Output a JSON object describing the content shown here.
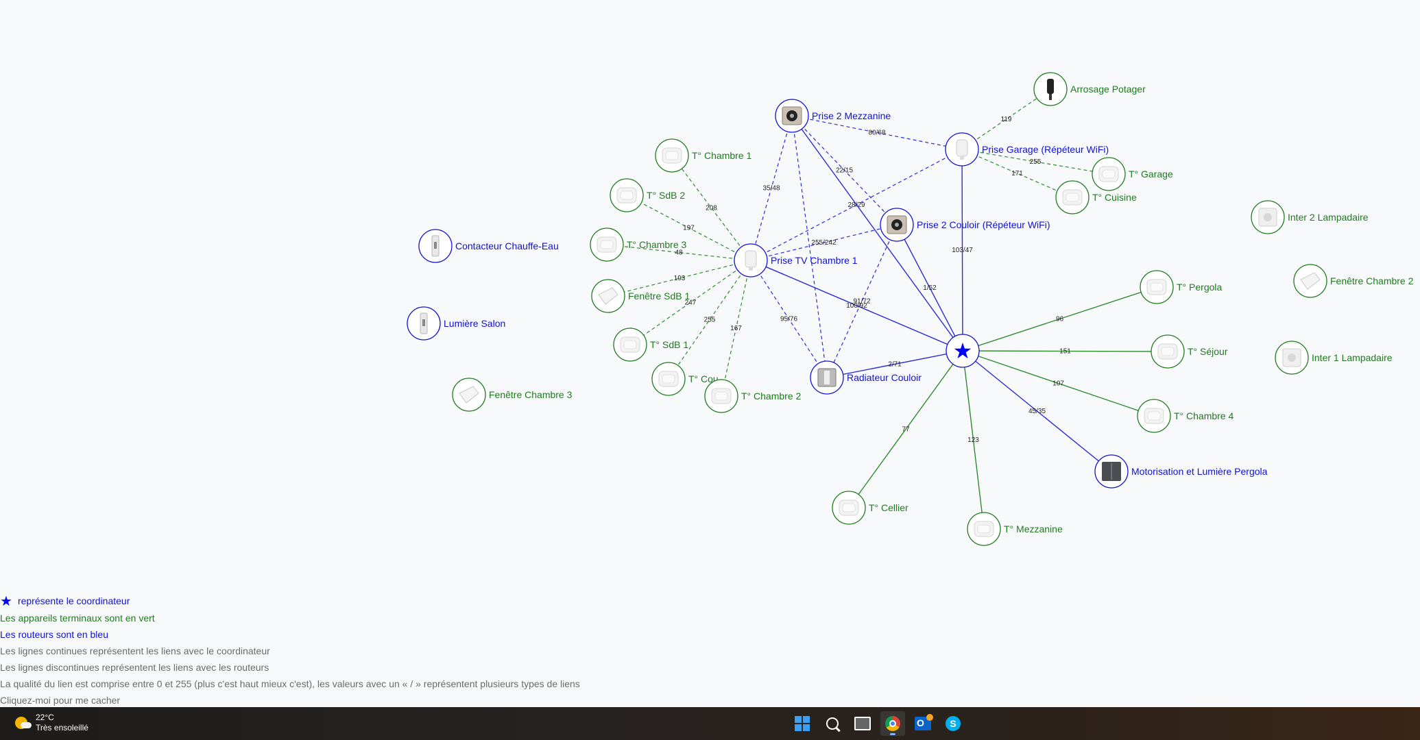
{
  "legend": {
    "coordinator": "représente le coordinateur",
    "terminal": "Les appareils terminaux sont en vert",
    "routers": "Les routeurs sont en bleu",
    "solid": "Les lignes continues représentent les liens avec le coordinateur",
    "dashed": "Les lignes discontinues représentent les liens avec les routeurs",
    "quality": "La qualité du lien est comprise entre 0 et 255 (plus c'est haut mieux c'est), les valeurs avec un « / » représentent plusieurs types de liens",
    "hide": "Cliquez-moi pour me cacher"
  },
  "colors": {
    "router": "#1010d8",
    "terminal": "#1f7a1f",
    "link_router": "#2a2ad8",
    "link_terminal": "#2e8b2e",
    "legend_gray": "#6b6b6b"
  },
  "nodes": [
    {
      "id": "coord",
      "label": "",
      "kind": "coordinator",
      "icon": "star-icon"
    },
    {
      "id": "prise2mez",
      "label": "Prise 2 Mezzanine",
      "kind": "router",
      "icon": "socket-icon"
    },
    {
      "id": "garage",
      "label": "Prise Garage (Répéteur WiFi)",
      "kind": "router",
      "icon": "plug-icon"
    },
    {
      "id": "couloir2",
      "label": "Prise 2 Couloir (Répéteur WiFi)",
      "kind": "router",
      "icon": "socket-icon"
    },
    {
      "id": "tvch1",
      "label": "Prise TV Chambre 1",
      "kind": "router",
      "icon": "plug-icon"
    },
    {
      "id": "radiateur",
      "label": "Radiateur Couloir",
      "kind": "router",
      "icon": "module-icon"
    },
    {
      "id": "motor",
      "label": "Motorisation et Lumière Pergola",
      "kind": "router",
      "icon": "switch-icon"
    },
    {
      "id": "chauffe",
      "label": "Contacteur Chauffe-Eau",
      "kind": "router",
      "icon": "din-icon"
    },
    {
      "id": "salon",
      "label": "Lumière Salon",
      "kind": "router",
      "icon": "din-icon"
    },
    {
      "id": "arrosage",
      "label": "Arrosage Potager",
      "kind": "terminal",
      "icon": "valve-icon"
    },
    {
      "id": "tgarage",
      "label": "T° Garage",
      "kind": "terminal",
      "icon": "sensor-icon"
    },
    {
      "id": "tcuisine",
      "label": "T° Cuisine",
      "kind": "terminal",
      "icon": "sensor-icon"
    },
    {
      "id": "tch1",
      "label": "T° Chambre 1",
      "kind": "terminal",
      "icon": "sensor-icon"
    },
    {
      "id": "tsdb2",
      "label": "T° SdB 2",
      "kind": "terminal",
      "icon": "sensor-icon"
    },
    {
      "id": "tch3",
      "label": "T° Chambre 3",
      "kind": "terminal",
      "icon": "sensor-icon"
    },
    {
      "id": "fsdb1",
      "label": "Fenêtre SdB 1",
      "kind": "terminal",
      "icon": "window-sensor-icon"
    },
    {
      "id": "tsdb1",
      "label": "T° SdB 1",
      "kind": "terminal",
      "icon": "sensor-icon"
    },
    {
      "id": "tcou",
      "label": "T° Cou",
      "kind": "terminal",
      "icon": "sensor-icon"
    },
    {
      "id": "tch2",
      "label": "T° Chambre 2",
      "kind": "terminal",
      "icon": "sensor-icon"
    },
    {
      "id": "fch3",
      "label": "Fenêtre Chambre 3",
      "kind": "terminal",
      "icon": "window-sensor-icon"
    },
    {
      "id": "tpergola",
      "label": "T° Pergola",
      "kind": "terminal",
      "icon": "sensor-icon"
    },
    {
      "id": "tsejour",
      "label": "T° Séjour",
      "kind": "terminal",
      "icon": "sensor-icon"
    },
    {
      "id": "tch4",
      "label": "T° Chambre 4",
      "kind": "terminal",
      "icon": "sensor-icon"
    },
    {
      "id": "tcellier",
      "label": "T° Cellier",
      "kind": "terminal",
      "icon": "sensor-icon"
    },
    {
      "id": "tmez",
      "label": "T° Mezzanine",
      "kind": "terminal",
      "icon": "sensor-icon"
    },
    {
      "id": "inter2",
      "label": "Inter 2 Lampadaire",
      "kind": "terminal",
      "icon": "button-icon"
    },
    {
      "id": "fch2",
      "label": "Fenêtre Chambre 2",
      "kind": "terminal",
      "icon": "window-sensor-icon"
    },
    {
      "id": "inter1",
      "label": "Inter 1 Lampadaire",
      "kind": "terminal",
      "icon": "button-icon"
    }
  ],
  "links": [
    {
      "from": "coord",
      "to": "prise2mez",
      "quality": "",
      "style": "solid",
      "kind": "router"
    },
    {
      "from": "coord",
      "to": "garage",
      "quality": "103/47",
      "style": "solid",
      "kind": "router"
    },
    {
      "from": "coord",
      "to": "tvch1",
      "quality": "100/92",
      "style": "solid",
      "kind": "router"
    },
    {
      "from": "coord",
      "to": "radiateur",
      "quality": "2/71",
      "style": "solid",
      "kind": "router"
    },
    {
      "from": "coord",
      "to": "motor",
      "quality": "45/35",
      "style": "solid",
      "kind": "router"
    },
    {
      "from": "coord",
      "to": "couloir2",
      "quality": "1/52",
      "style": "solid",
      "kind": "router"
    },
    {
      "from": "coord",
      "to": "tpergola",
      "quality": "96",
      "style": "solid",
      "kind": "terminal"
    },
    {
      "from": "coord",
      "to": "tsejour",
      "quality": "151",
      "style": "solid",
      "kind": "terminal"
    },
    {
      "from": "coord",
      "to": "tch4",
      "quality": "107",
      "style": "solid",
      "kind": "terminal"
    },
    {
      "from": "coord",
      "to": "tcellier",
      "quality": "77",
      "style": "solid",
      "kind": "terminal"
    },
    {
      "from": "coord",
      "to": "tmez",
      "quality": "123",
      "style": "solid",
      "kind": "terminal"
    },
    {
      "from": "prise2mez",
      "to": "garage",
      "quality": "80/68",
      "style": "dashed",
      "kind": "router"
    },
    {
      "from": "prise2mez",
      "to": "tvch1",
      "quality": "35/48",
      "style": "dashed",
      "kind": "router"
    },
    {
      "from": "prise2mez",
      "to": "couloir2",
      "quality": "22/15",
      "style": "dashed",
      "kind": "router"
    },
    {
      "from": "prise2mez",
      "to": "radiateur",
      "quality": "",
      "style": "dashed",
      "kind": "router"
    },
    {
      "from": "tvch1",
      "to": "garage",
      "quality": "28/29",
      "style": "dashed",
      "kind": "router"
    },
    {
      "from": "tvch1",
      "to": "couloir2",
      "quality": "255/242",
      "style": "dashed",
      "kind": "router"
    },
    {
      "from": "tvch1",
      "to": "radiateur",
      "quality": "95/76",
      "style": "dashed",
      "kind": "router"
    },
    {
      "from": "couloir2",
      "to": "radiateur",
      "quality": "91/72",
      "style": "dashed",
      "kind": "router"
    },
    {
      "from": "garage",
      "to": "arrosage",
      "quality": "119",
      "style": "dashed",
      "kind": "terminal"
    },
    {
      "from": "garage",
      "to": "tgarage",
      "quality": "255",
      "style": "dashed",
      "kind": "terminal"
    },
    {
      "from": "garage",
      "to": "tcuisine",
      "quality": "171",
      "style": "dashed",
      "kind": "terminal"
    },
    {
      "from": "tvch1",
      "to": "tch1",
      "quality": "208",
      "style": "dashed",
      "kind": "terminal"
    },
    {
      "from": "tvch1",
      "to": "tsdb2",
      "quality": "197",
      "style": "dashed",
      "kind": "terminal"
    },
    {
      "from": "tvch1",
      "to": "tch3",
      "quality": "48",
      "style": "dashed",
      "kind": "terminal"
    },
    {
      "from": "tvch1",
      "to": "fsdb1",
      "quality": "193",
      "style": "dashed",
      "kind": "terminal"
    },
    {
      "from": "tvch1",
      "to": "tsdb1",
      "quality": "247",
      "style": "dashed",
      "kind": "terminal"
    },
    {
      "from": "tvch1",
      "to": "tcou",
      "quality": "255",
      "style": "dashed",
      "kind": "terminal"
    },
    {
      "from": "tvch1",
      "to": "tch2",
      "quality": "167",
      "style": "dashed",
      "kind": "terminal"
    }
  ],
  "taskbar": {
    "temp": "22°C",
    "condition": "Très ensoleillé",
    "apps": [
      "windows-start",
      "search",
      "task-view",
      "chrome",
      "outlook",
      "skype"
    ]
  }
}
